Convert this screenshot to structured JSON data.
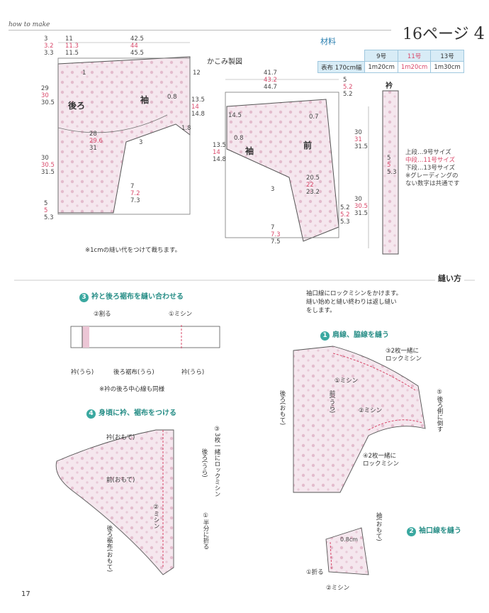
{
  "header": {
    "label": "how to make",
    "page_ref": "16ページ",
    "pattern_num": "4"
  },
  "footer": {
    "page_number": "17"
  },
  "materials": {
    "title": "材料",
    "sizes": [
      "9号",
      "11号",
      "13号"
    ],
    "row_label": "表布 170cm幅",
    "values": [
      "1m20cm",
      "1m20cm",
      "1m30cm"
    ]
  },
  "layout_title": "かこみ製図",
  "legend": [
    "上段…9号サイズ",
    "中段…11号サイズ",
    "下段…13号サイズ",
    "※グレーディングの",
    "ない数字は共通です"
  ],
  "seam_note": "※1cmの縫い代をつけて裁ちます。",
  "pieces": {
    "back": "後ろ",
    "sleeve": "袖",
    "front": "前",
    "collar": "衿"
  },
  "back_dims": {
    "top_a": [
      "3",
      "3.2",
      "3.3"
    ],
    "top_b": [
      "11",
      "11.3",
      "11.5"
    ],
    "top_c": [
      "42.5",
      "44",
      "45.5"
    ],
    "left_a": [
      "29",
      "30",
      "30.5"
    ],
    "left_b": [
      "30",
      "30.5",
      "31.5"
    ],
    "left_c": [
      "5",
      "5",
      "5.3"
    ],
    "right_a": "12",
    "right_b": [
      "13.5",
      "14",
      "14.8"
    ],
    "mid": [
      "28",
      "29.6",
      "31"
    ],
    "hem_r": [
      "7",
      "7.2",
      "7.3"
    ],
    "n1": "1",
    "n08": "0.8",
    "n18": "1.8",
    "n3": "3"
  },
  "front_dims": {
    "top_a": [
      "41.7",
      "43.2",
      "44.7"
    ],
    "top_b": [
      "5",
      "5.2",
      "5.2"
    ],
    "left_a": "14.5",
    "left_b": [
      "13.5",
      "14",
      "14.8"
    ],
    "right_a": [
      "30",
      "31",
      "31.5"
    ],
    "right_b": [
      "30",
      "30.5",
      "31.5"
    ],
    "mid": [
      "20.5",
      "22",
      "23.2"
    ],
    "mid_r": [
      "5.2",
      "5.2",
      "5.3"
    ],
    "hem": [
      "7",
      "7.3",
      "7.5"
    ],
    "n07": "0.7",
    "n08": "0.8",
    "n3": "3"
  },
  "collar_dims": [
    "5",
    "5",
    "5.3"
  ],
  "sewing_title": "縫い方",
  "sewing_intro": [
    "袖口線にロックミシンをかけます。",
    "縫い始めと縫い終わりは返し縫い",
    "をします。"
  ],
  "step3": {
    "num": "3",
    "title": "衿と後ろ裾布を縫い合わせる",
    "labels": {
      "split": "②割る",
      "machine": "①ミシン",
      "collar_l": "衿(うら)",
      "back_hem": "後ろ裾布(うら)",
      "collar_r": "衿(うら)"
    },
    "note": "※衿の後ろ中心線も同様"
  },
  "step4": {
    "num": "4",
    "title": "身頃に衿、裾布をつける",
    "labels": {
      "collar_front": "衿(おもて)",
      "front": "前(おもて)",
      "machine2": "②ミシン",
      "back_hem": "後ろ裾布(おもて)",
      "lock3": "③3枚一緒にロックミシン",
      "back_ura": "後ろ(うら)",
      "fold": "①半分に折る"
    }
  },
  "step1": {
    "num": "1",
    "title": "肩線、脇線を縫う",
    "labels": {
      "lock3": "③2枚一緒に",
      "lock3b": "ロックミシン",
      "machine1": "①ミシン",
      "back": "後ろ(おもて)",
      "front": "前(うら)",
      "machine2": "②ミシン",
      "lock4": "④2枚一緒に",
      "lock4b": "ロックミシン",
      "fold5": "⑤後ろ側に倒す"
    }
  },
  "step2": {
    "num": "2",
    "title": "袖口線を縫う",
    "labels": {
      "sleeve": "袖(おもて)",
      "cm": "0.8cm",
      "fold": "①折る",
      "machine": "②ミシン"
    }
  },
  "colors": {
    "accent": "#3aa8a0",
    "red": "#d9486a",
    "fabric": "#f3e4ec"
  }
}
